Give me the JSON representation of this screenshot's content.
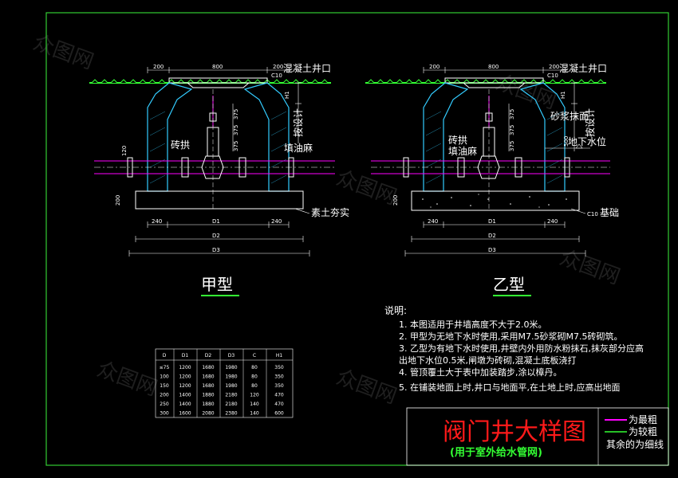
{
  "drawing_title": "阀门井大样图",
  "drawing_subtitle": "(用于室外给水管网)",
  "legend": {
    "line1": "为最粗",
    "line2": "为较粗",
    "line3": "其余的为细线"
  },
  "type_a": {
    "title": "甲型",
    "dims_top": [
      "200",
      "800",
      "200"
    ],
    "dims_bottom": [
      "240",
      "D1",
      "240"
    ],
    "d2": "D2",
    "d3": "D3",
    "dim_left": "200",
    "dim_120": "120",
    "dims_vertical": [
      "H1",
      "375",
      "375",
      "375"
    ],
    "labels": {
      "cover": "C10",
      "well_mouth": "混凝土井口",
      "brick_arch": "砖拱",
      "caulk": "填油麻",
      "tamp": "素土夯实",
      "design": "按设计"
    }
  },
  "type_b": {
    "title": "乙型",
    "dims_top": [
      "200",
      "800",
      "200"
    ],
    "dims_bottom": [
      "240",
      "D1",
      "240"
    ],
    "d2": "D2",
    "d3": "D3",
    "dim_left": "200",
    "dims_vertical": [
      "H1",
      "375",
      "375",
      "375",
      "500"
    ],
    "labels": {
      "cover": "C10",
      "well_mouth": "混凝土井口",
      "brick_arch": "砖拱",
      "caulk": "填油麻",
      "plaster": "砂浆抹面",
      "groundwater": "地下水位",
      "base": "基础",
      "base_c10": "C10",
      "design": "按设计"
    }
  },
  "notes": {
    "heading": "说明:",
    "items": [
      "1. 本图适用于井墙高度不大于2.0米。",
      "2. 甲型为无地下水时使用,采用M7.5砂浆砌M7.5砖砌筑。",
      "3. 乙型为有地下水时使用,井壁内外用防水粉抹石,抹灰部分应高",
      "   出地下水位0.5米,闸墩为砖砌,混凝土底板浇打",
      "4. 管顶覆土大于表中加装踏步,涂以樟丹。",
      "5. 在铺装地面上时,井口与地面平,在土地上时,应高出地面"
    ]
  },
  "table": {
    "headers": [
      "D",
      "D1",
      "D2",
      "D3",
      "C",
      "H1"
    ],
    "rows": [
      [
        "≤75",
        "1200",
        "1680",
        "1980",
        "80",
        "350"
      ],
      [
        "100",
        "1200",
        "1680",
        "1980",
        "80",
        "350"
      ],
      [
        "150",
        "1200",
        "1680",
        "1980",
        "80",
        "350"
      ],
      [
        "200",
        "1400",
        "1880",
        "2180",
        "120",
        "470"
      ],
      [
        "250",
        "1400",
        "1880",
        "2180",
        "140",
        "470"
      ],
      [
        "300",
        "1600",
        "2080",
        "2380",
        "140",
        "600"
      ]
    ]
  },
  "colors": {
    "background": "#000000",
    "frame": "#33cc33",
    "title_red": "#ff1a1a",
    "magenta": "#ff00ff",
    "cyan": "#33ccff",
    "white": "#ffffff",
    "green": "#33ff33"
  }
}
